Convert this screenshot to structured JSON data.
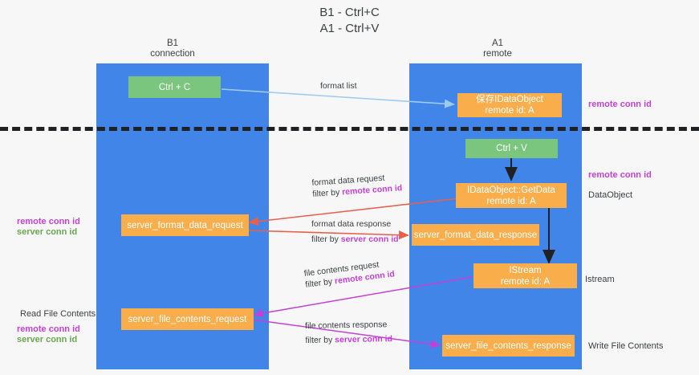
{
  "title": {
    "line1": "B1 - Ctrl+C",
    "line2": "A1 - Ctrl+V"
  },
  "columns": [
    {
      "name": "B1",
      "role": "connection"
    },
    {
      "name": "A1",
      "role": "remote"
    }
  ],
  "nodes": {
    "ctrl_c": {
      "label": "Ctrl + C"
    },
    "save_idataobject": {
      "line1": "保存IDataObject",
      "line2": "remote id: A"
    },
    "ctrl_v": {
      "label": "Ctrl + V"
    },
    "getdata": {
      "line1": "IDataObject::GetData",
      "line2": "remote id: A"
    },
    "server_format_data_request": {
      "label": "server_format_data_request"
    },
    "server_format_data_response": {
      "label": "server_format_data_response"
    },
    "istream": {
      "line1": "IStream",
      "line2": "remote id: A"
    },
    "server_file_contents_request": {
      "label": "server_file_contents_request"
    },
    "server_file_contents_response": {
      "label": "server_file_contents_response"
    }
  },
  "edges": {
    "format_list": {
      "label": "format list"
    },
    "format_data_request": {
      "label": "format data request",
      "filter_prefix": "filter by ",
      "filter_key": "remote conn id"
    },
    "format_data_response": {
      "label": "format data response",
      "filter_prefix": "filter by ",
      "filter_key": "server conn id"
    },
    "file_contents_request": {
      "label": "file contents request",
      "filter_prefix": "filter by ",
      "filter_key": "remote conn id"
    },
    "file_contents_response": {
      "label": "file contents response",
      "filter_prefix": "filter by ",
      "filter_key": "server conn id"
    }
  },
  "annotations": {
    "right_top_remote": "remote conn id",
    "right_mid_remote": "remote conn id",
    "right_dataobject": "DataObject",
    "right_istream": "Istream",
    "right_write_file": "Write File Contents",
    "left_remote": "remote conn id",
    "left_server": "server conn id",
    "left_read_file": "Read File Contents",
    "left_remote2": "remote conn id",
    "left_server2": "server conn id"
  },
  "colors": {
    "lane": "#4285e8",
    "green_node": "#7bc67e",
    "orange_node": "#f9ad4b",
    "remote_highlight": "#c341d4",
    "server_highlight": "#6aa84f",
    "red_arrow": "#e8604c",
    "magenta_arrow": "#c341d4",
    "light_blue_arrow": "#9ecbf0",
    "divider": "#202124",
    "background": "#f7f7f7"
  }
}
